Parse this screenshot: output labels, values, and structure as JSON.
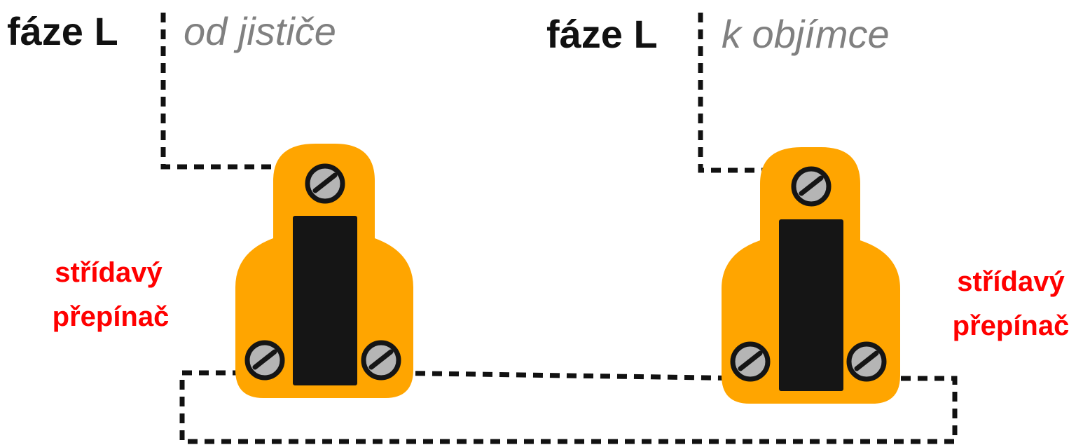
{
  "labels": {
    "left_phase": "fáze L",
    "left_source": "od jističe",
    "right_phase": "fáze L",
    "right_dest": "k objímce",
    "left_switch_line1": "střídavý",
    "left_switch_line2": "přepínač",
    "right_switch_line1": "střídavý",
    "right_switch_line2": "přepínač"
  },
  "colors": {
    "switch_body": "#FFA500",
    "rocker": "#151515",
    "screw_fill": "#B5B5B5",
    "wire": "#111111",
    "label_dark": "#111111",
    "label_gray": "#808080",
    "label_red": "#FF0000"
  },
  "icons": {
    "separator": "dotted-vertical-divider",
    "screw": "slotted-screw-terminal"
  }
}
